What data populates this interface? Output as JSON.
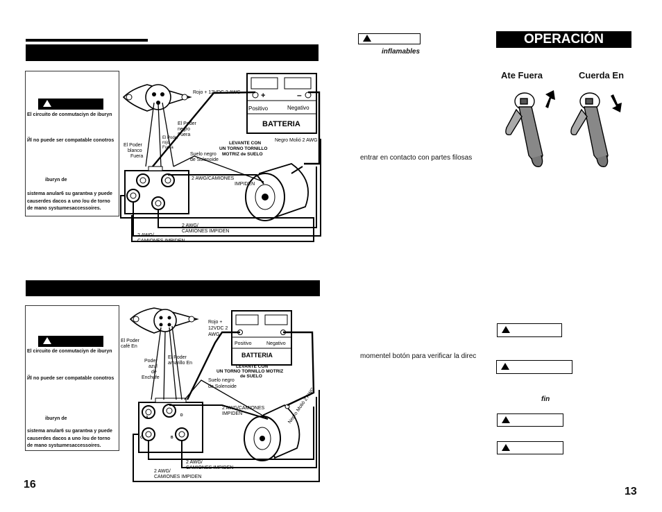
{
  "left_page": {
    "page_number": "16",
    "section1": {
      "warning_lines": [
        "El circuito de conmutaciуn de    iburyn",
        "Йl no puede ser compatable conotros",
        "iburyn de",
        "sistema anular6 su garantнa y puede",
        "causerdes dacos a uno /ou de torno",
        "de mano systшmesaccessoires."
      ],
      "diagram": {
        "positive_cable": "Rojo + 12VDC 2 AWG",
        "positive": "Positivo",
        "negative": "Negativo",
        "battery": "BATTERIA",
        "negative_cable": "Negro Molió 2 AWG",
        "power_black_out": [
          "El Poder",
          "negro",
          "Fuera"
        ],
        "power_red_out": [
          "El Poder",
          "rojo",
          "Fuera"
        ],
        "power_white_out": [
          "El Poder",
          "blanco",
          "Fuera"
        ],
        "ground_black": [
          "Suelo negro",
          "de Solenoide"
        ],
        "lift_motor": [
          "LEVANTE CON",
          "UN TORNO TORNILLO",
          "MOTRIZ de SUELO"
        ],
        "cable_1": [
          "2 AWG/CAMIONES",
          "IMPIDEN"
        ],
        "cable_2": [
          "2 AWG/",
          "CAMIONES IMPIDEN"
        ],
        "cable_3": [
          "2 AWG/",
          "CAMIONES IMPIDEN"
        ]
      }
    },
    "section2": {
      "warning_lines": [
        "El circuito de conmutaciуn de    iburyn",
        "Йl no puede ser compatable conotros",
        "iburyn de",
        "sistema anular6 su garantнa y puede",
        "causerdes dacos a uno /ou de torno",
        "de mano systшmesaccessoires."
      ],
      "diagram": {
        "positive_cable": [
          "Rojo +",
          "12VDC 2",
          "AWG"
        ],
        "positive": "Positivo",
        "negative": "Negativo",
        "battery": "BATTERIA",
        "negative_cable": "Negro Molió 2 AWG",
        "power_brown_in": [
          "El Poder",
          "café En"
        ],
        "plug_blue": [
          "Poder",
          "azul",
          "de",
          "Enchufe"
        ],
        "power_yellow_in": [
          "El Poder",
          "amarillo En"
        ],
        "ground_black": [
          "Suelo negro",
          "de Solenoide"
        ],
        "lift_motor": [
          "LEVANTE CON",
          "UN TORNO TORNILLO MOTRIZ",
          "de SUELO"
        ],
        "cable_1": [
          "2 AWG/CAMIONES",
          "IMPIDEN"
        ],
        "cable_2": [
          "2 AWG/",
          "CAMIONES IMPIDEN"
        ],
        "cable_3": [
          "2 AWG/",
          "CAMIONES IMPIDEN"
        ],
        "terminals": [
          "A",
          "D",
          "C",
          "B"
        ]
      }
    }
  },
  "right_page": {
    "page_number": "13",
    "title": "OPERACIÓN",
    "word_inflamables": "inflamables",
    "ate_fuera": "Ate Fuera",
    "cuerda_en": "Cuerda En",
    "text_contact": "entrar en contacto con partes filosas",
    "text_button": "momentel botón para verificar la direc",
    "word_fin": "fin"
  }
}
